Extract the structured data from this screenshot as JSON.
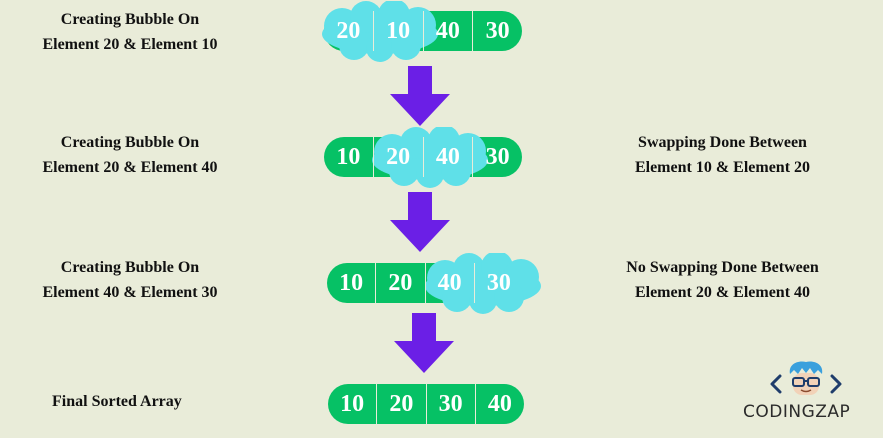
{
  "steps": [
    {
      "caption": [
        "Creating Bubble On",
        "Element 20 & Element 10"
      ],
      "values": [
        "20",
        "10",
        "40",
        "30"
      ]
    },
    {
      "caption": [
        "Creating Bubble On",
        "Element 20 & Element 40"
      ],
      "values": [
        "10",
        "20",
        "40",
        "30"
      ],
      "note": [
        "Swapping Done Between",
        "Element 10 & Element 20"
      ]
    },
    {
      "caption": [
        "Creating Bubble On",
        "Element 40 & Element 30"
      ],
      "values": [
        "10",
        "20",
        "40",
        "30"
      ],
      "note": [
        "No Swapping Done Between",
        "Element 20 & Element 40"
      ]
    },
    {
      "caption": [
        "Final Sorted Array"
      ],
      "values": [
        "10",
        "20",
        "30",
        "40"
      ]
    }
  ],
  "logo": {
    "text": "CODINGZAP",
    "icon": "coder-glasses-icon"
  },
  "colors": {
    "background": "#e9ecd9",
    "array": "#06c165",
    "bubble": "#5fe0e8",
    "arrow": "#6b1fe6"
  }
}
